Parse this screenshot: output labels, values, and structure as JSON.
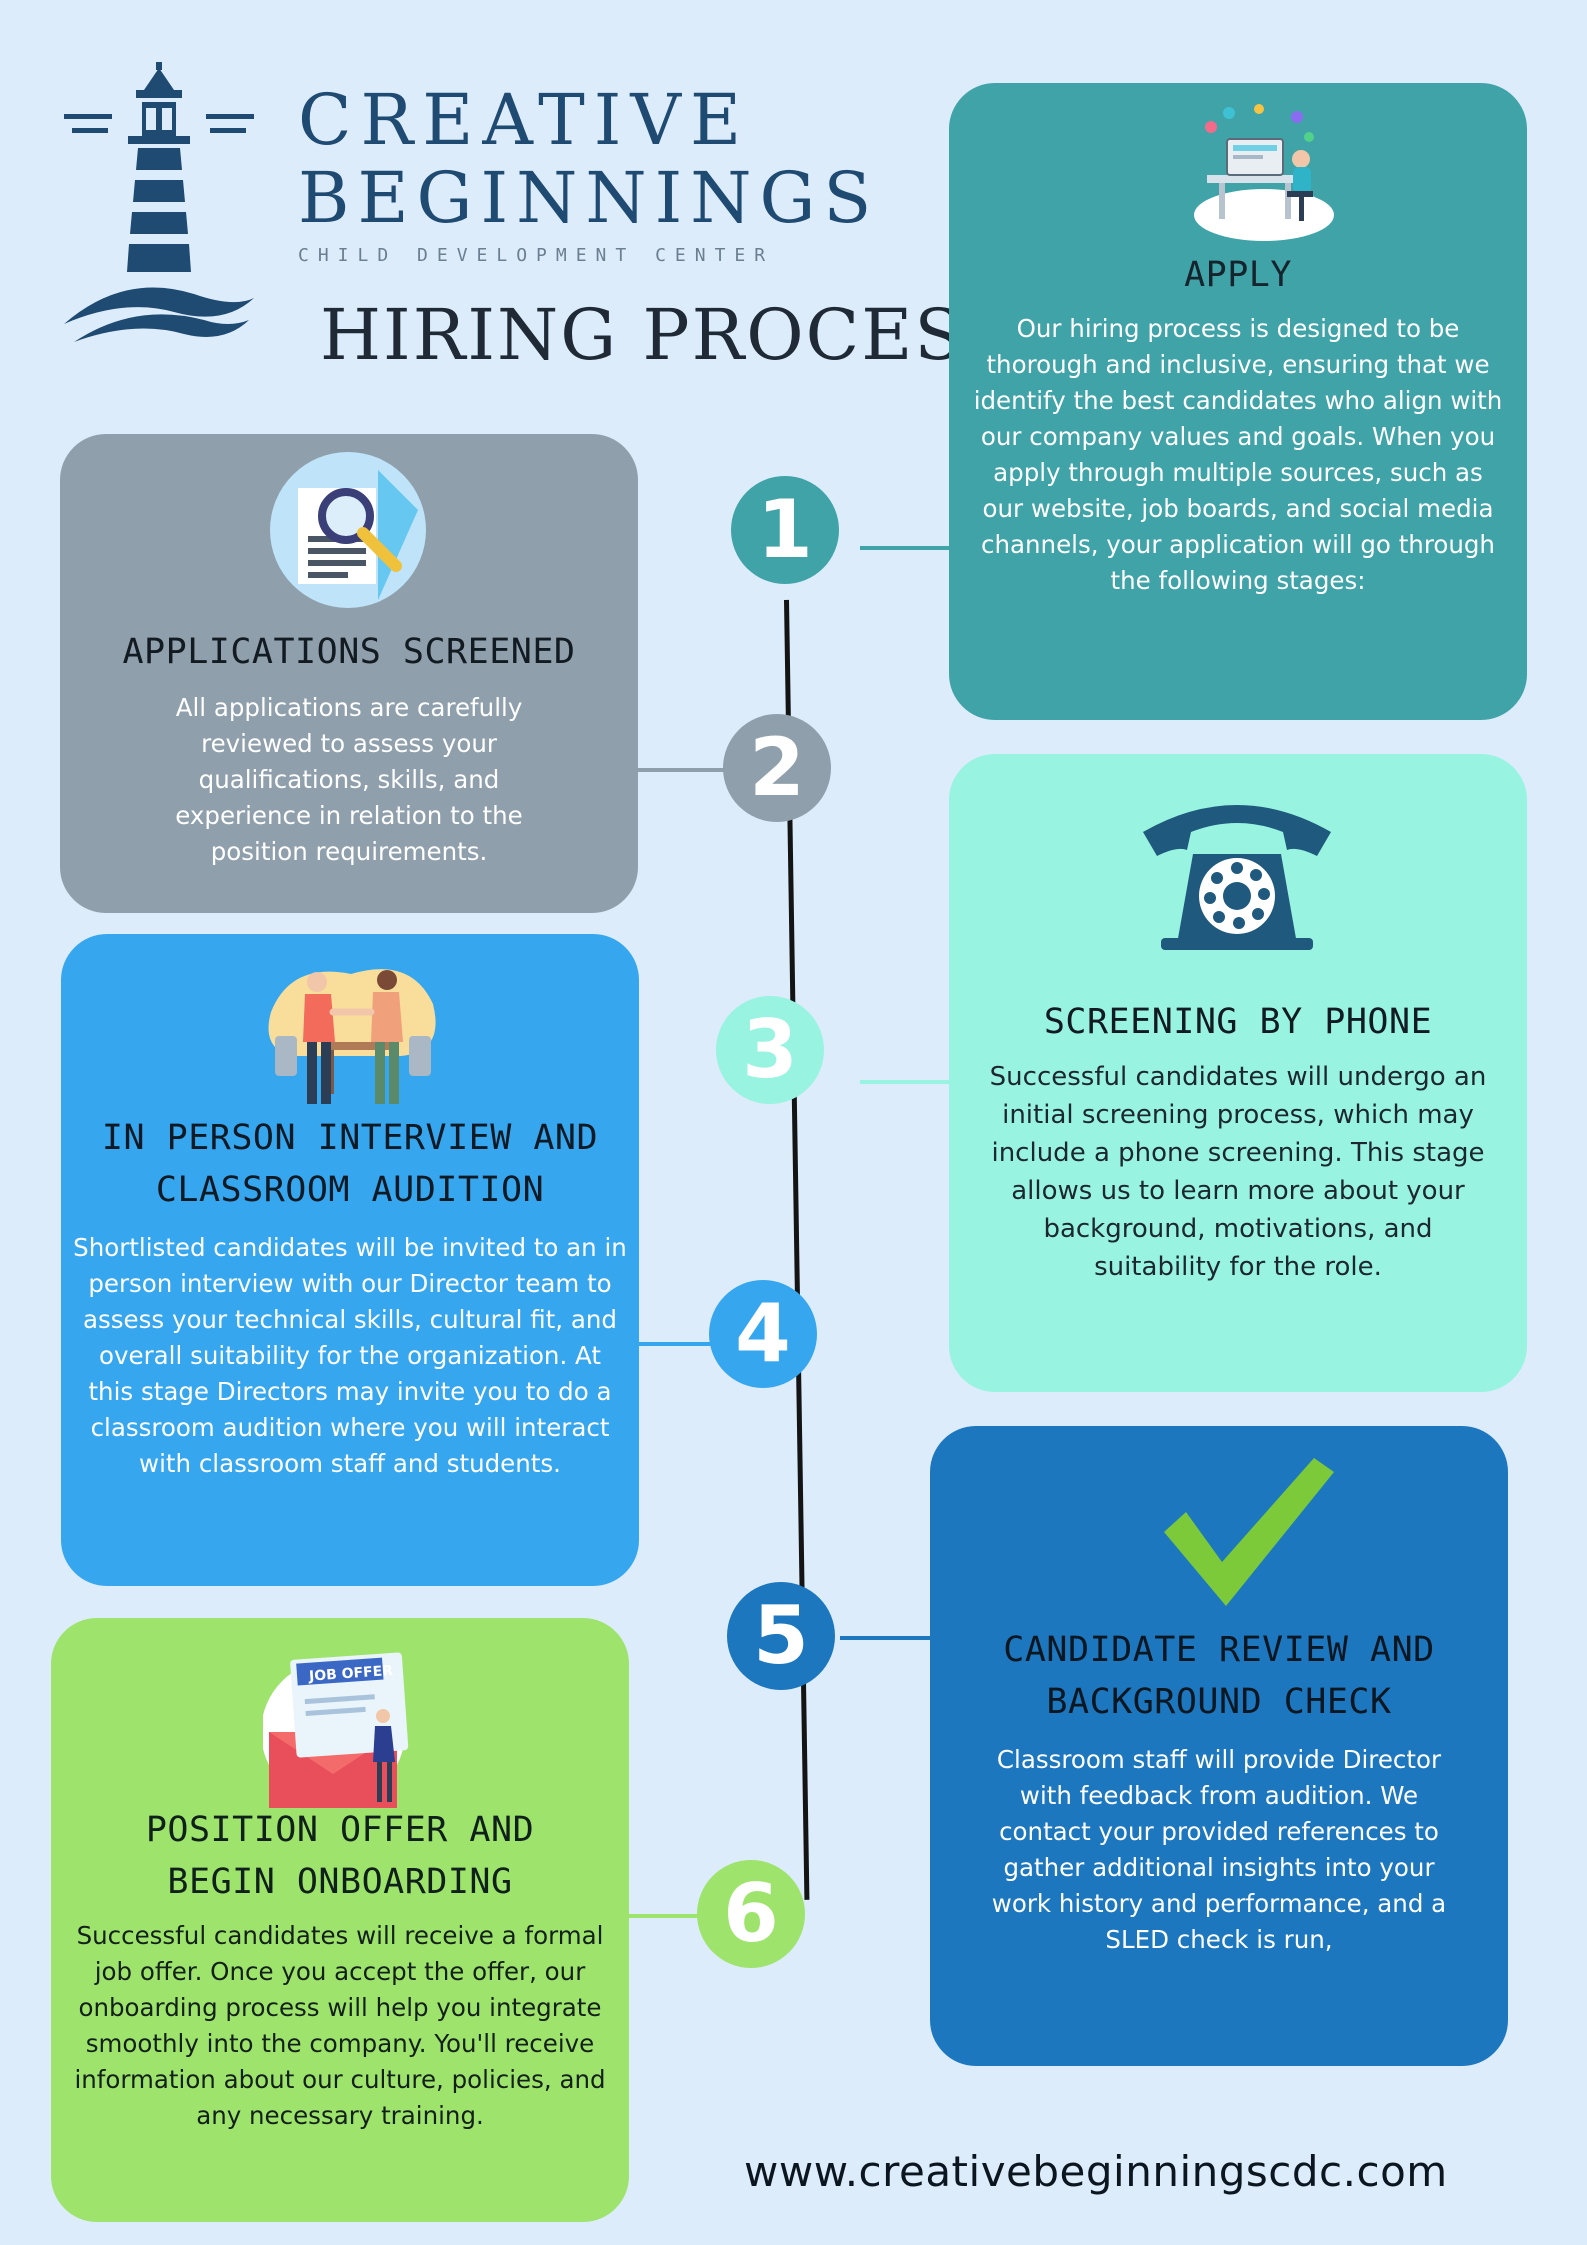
{
  "header": {
    "brand_line1": "CREATIVE",
    "brand_line2": "BEGINNINGS",
    "brand_sub": "CHILD DEVELOPMENT CENTER",
    "title": "HIRING PROCESS"
  },
  "steps": [
    {
      "number": "1",
      "title": "APPLY",
      "body": "Our hiring process is designed to be thorough and inclusive, ensuring that we identify the best candidates who align with our company values and goals. When you apply through multiple sources, such as our website, job boards, and social media channels, your application will go through the following stages:",
      "icon": "computer-desk-icon"
    },
    {
      "number": "2",
      "title": "APPLICATIONS SCREENED",
      "body": "All applications are carefully reviewed to assess your qualifications, skills, and experience in relation to the position requirements.",
      "icon": "document-search-icon"
    },
    {
      "number": "3",
      "title": "SCREENING BY PHONE",
      "body": "Successful candidates will undergo an initial screening process, which may include a phone screening. This stage allows us to learn more about your background, motivations, and suitability for the role.",
      "icon": "rotary-phone-icon"
    },
    {
      "number": "4",
      "title_line1": "IN PERSON INTERVIEW AND",
      "title_line2": "CLASSROOM AUDITION",
      "body": "Shortlisted candidates will be invited to an in person interview with our Director team to  assess your technical skills, cultural fit, and overall suitability for the organization.  At this stage Directors may invite you to do a classroom audition where you will interact with classroom staff and students.",
      "icon": "handshake-interview-icon"
    },
    {
      "number": "5",
      "title_line1": "CANDIDATE REVIEW AND",
      "title_line2": "BACKGROUND CHECK",
      "body": "Classroom staff will provide Director with feedback from audition.  We contact your provided references to gather additional insights into your work history and performance, and a SLED check is run,",
      "icon": "checkmark-icon"
    },
    {
      "number": "6",
      "title_line1": "POSITION OFFER AND",
      "title_line2": "BEGIN ONBOARDING",
      "body": "Successful candidates will receive a formal job offer. Once you accept the offer, our onboarding process will help you integrate smoothly into the company. You'll receive information about our culture, policies, and any necessary training.",
      "icon": "job-offer-envelope-icon",
      "icon_label": "JOB OFFER"
    }
  ],
  "footer": {
    "url": "www.creativebeginningscdc.com"
  },
  "colors": {
    "background": "#dcecfa",
    "navy": "#1f4a72",
    "step1": "#3fa3a8",
    "step2": "#8f9fab",
    "step3": "#98f3e0",
    "step4": "#36a6ef",
    "step5": "#1c77be",
    "step6": "#9de36c"
  }
}
